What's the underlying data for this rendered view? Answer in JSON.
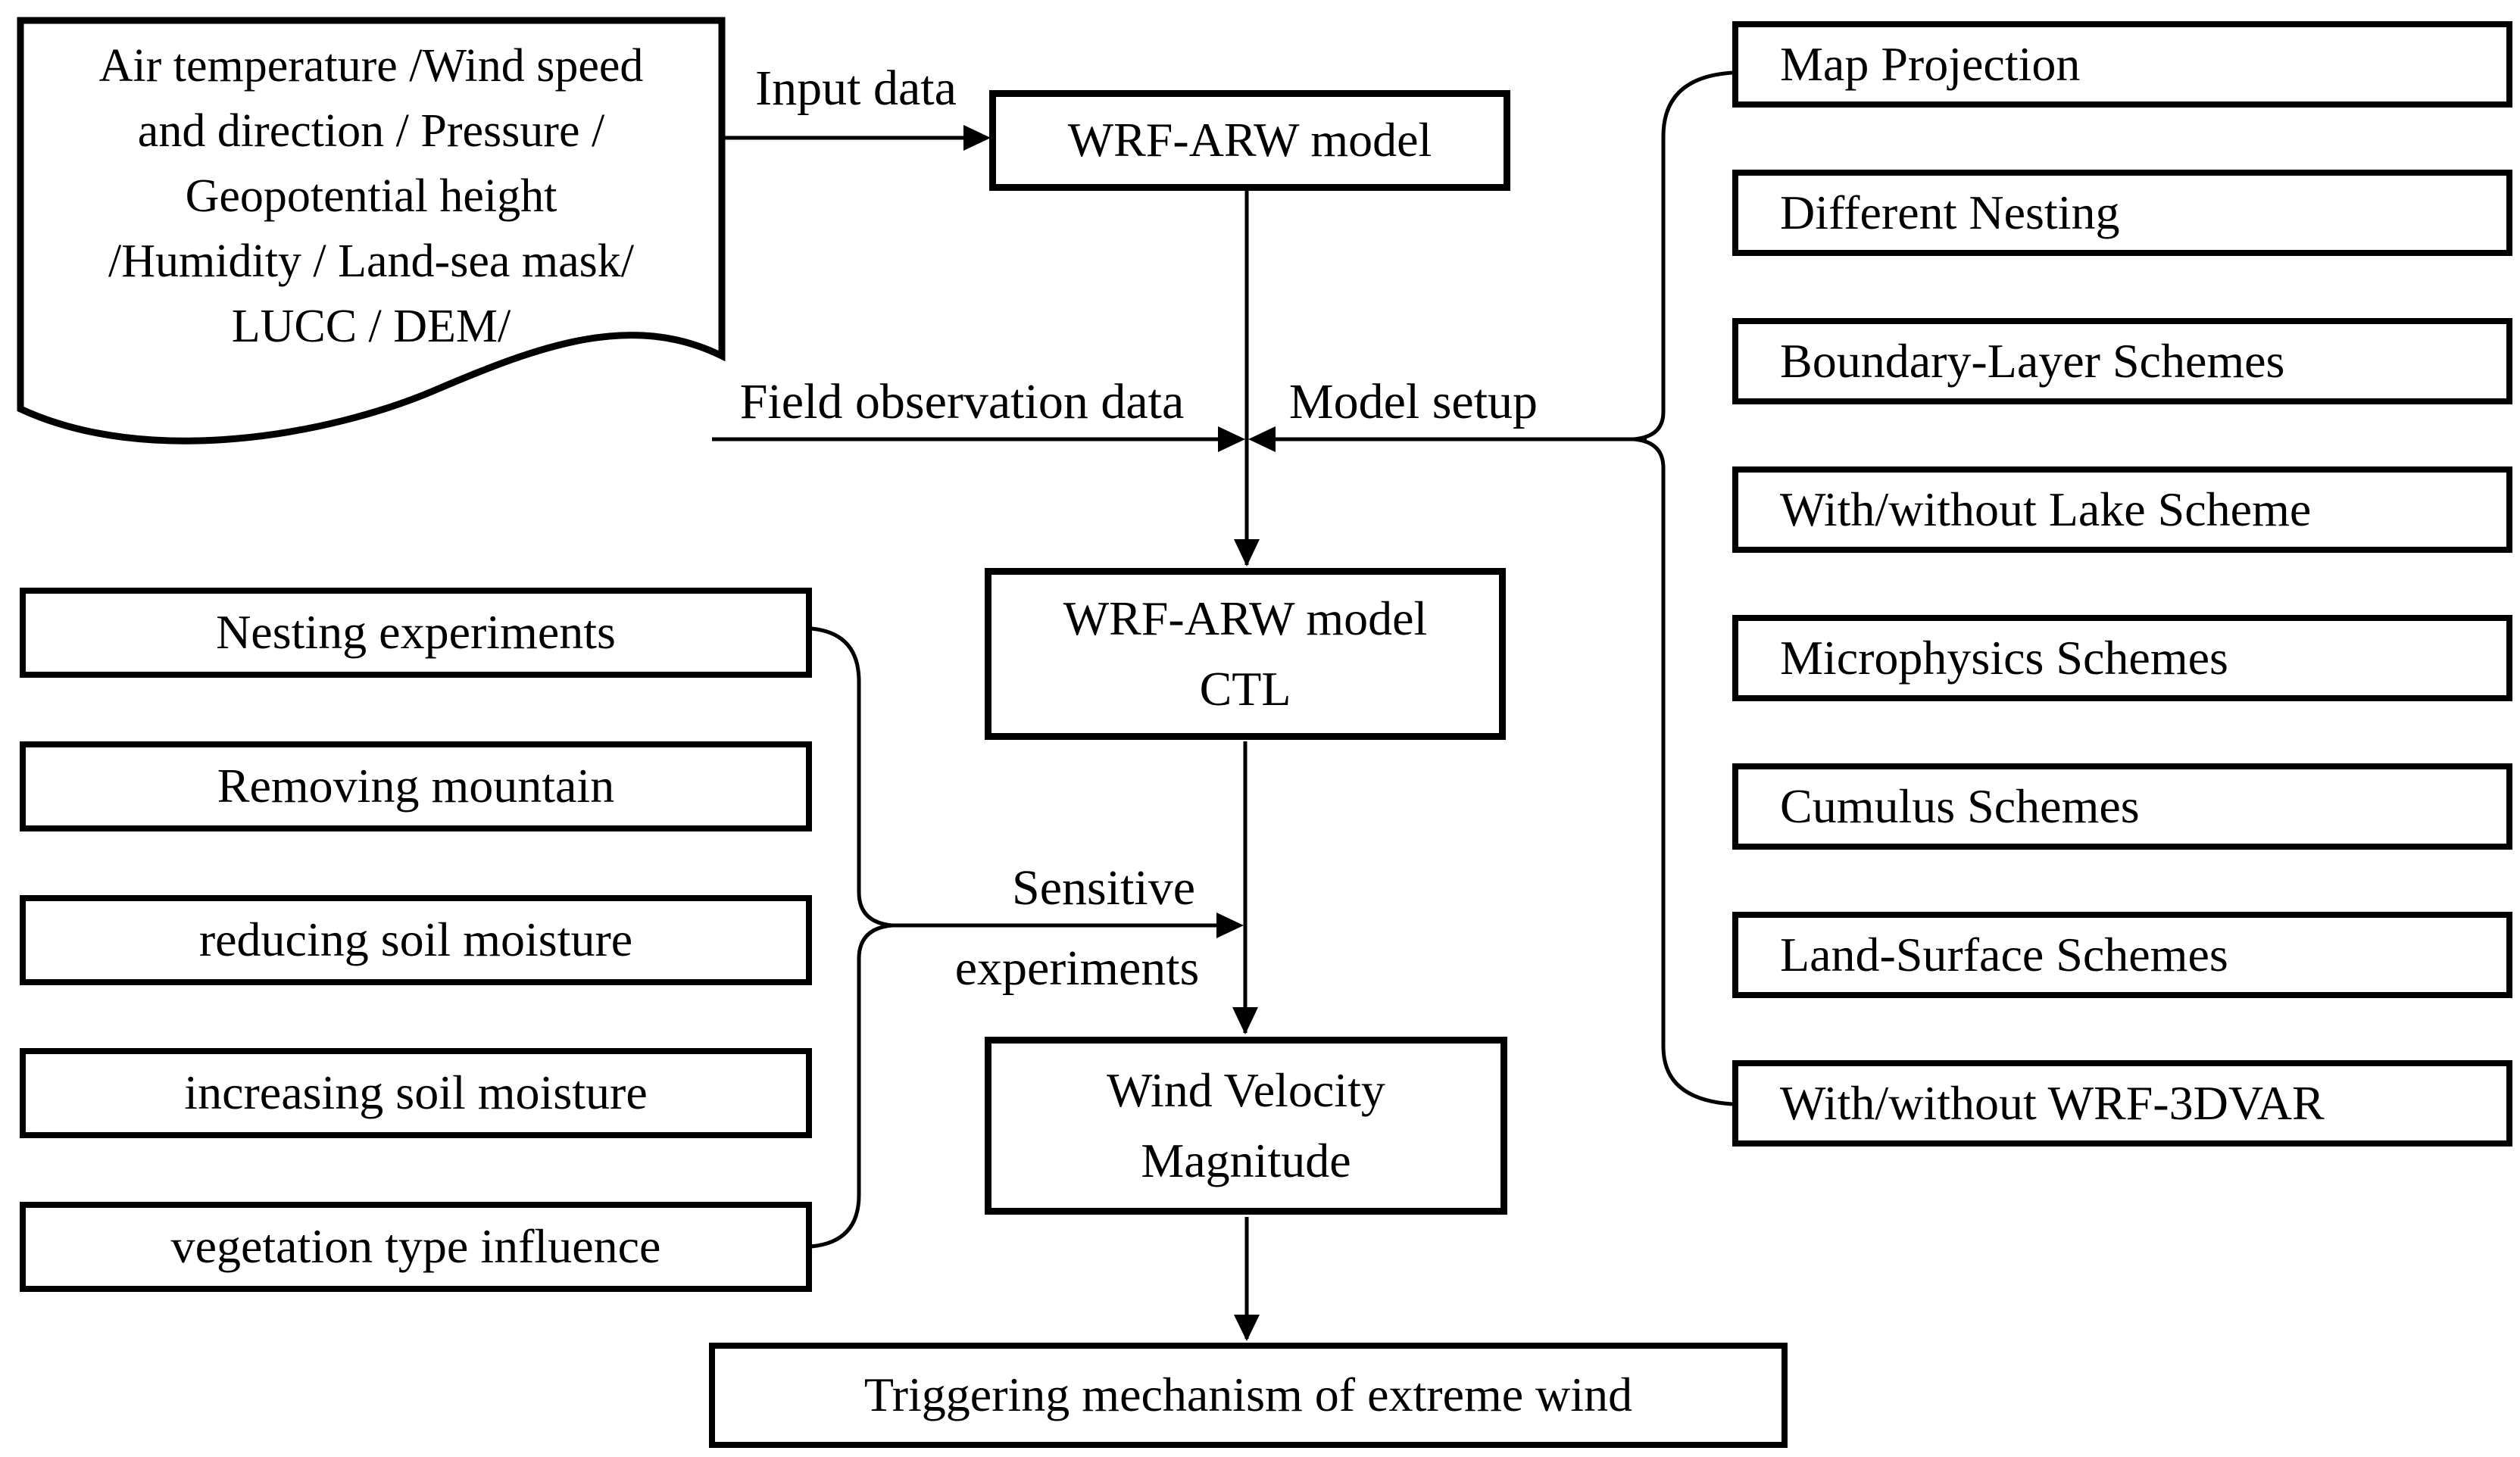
{
  "colors": {
    "ink": "#000000",
    "paper": "#ffffff"
  },
  "document": {
    "lines": [
      "Air temperature /Wind speed",
      "and direction / Pressure /",
      "Geopotential height",
      "/Humidity / Land-sea mask/",
      "LUCC / DEM/"
    ]
  },
  "labels": {
    "input_data": "Input data",
    "field_observation": "Field observation data",
    "model_setup": "Model setup",
    "sensitive_line1": "Sensitive",
    "sensitive_line2": "experiments"
  },
  "nodes": {
    "wrf_model": {
      "label": "WRF-ARW model"
    },
    "wrf_ctl": {
      "line1": "WRF-ARW model",
      "line2": "CTL"
    },
    "wind_velocity": {
      "line1": "Wind Velocity",
      "line2": "Magnitude"
    },
    "triggering": {
      "label": "Triggering mechanism of extreme wind"
    }
  },
  "sensitivity_experiments": [
    "Nesting experiments",
    "Removing mountain",
    "reducing soil moisture",
    "increasing soil moisture",
    "vegetation type influence"
  ],
  "model_setup_options": [
    "Map Projection",
    "Different Nesting",
    "Boundary-Layer Schemes",
    "With/without Lake Scheme",
    "Microphysics Schemes",
    "Cumulus Schemes",
    "Land-Surface Schemes",
    "With/without WRF-3DVAR"
  ]
}
